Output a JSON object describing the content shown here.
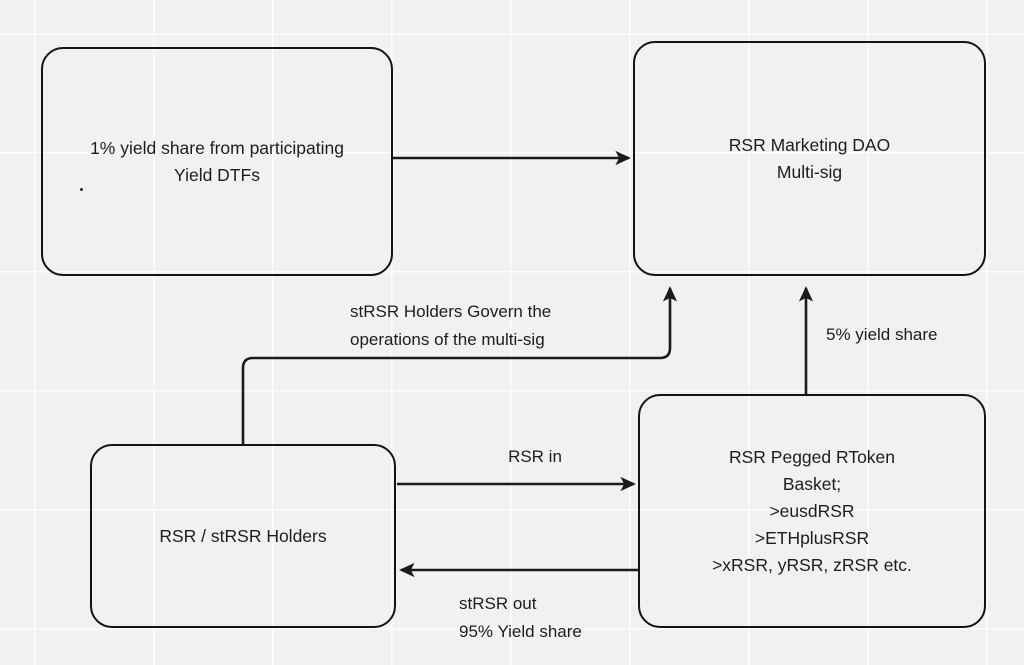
{
  "diagram": {
    "title": "RSR Marketing DAO yield flow diagram",
    "background_color": "#f1f1f1",
    "grid_color": "#ffffff",
    "stroke_color": "#141414",
    "text_color": "#1d1d1d",
    "nodes": [
      {
        "id": "yield-share-dtf",
        "label": "1% yield share from participating\nYield DTFs",
        "shape": "rounded-rectangle"
      },
      {
        "id": "rsr-marketing-dao",
        "label": "RSR Marketing DAO\nMulti-sig",
        "shape": "rounded-rectangle"
      },
      {
        "id": "rsr-holders",
        "label": "RSR / stRSR Holders",
        "shape": "rounded-rectangle"
      },
      {
        "id": "rsr-pegged-rtoken-basket",
        "label": "RSR Pegged RToken\nBasket;\n>eusdRSR\n>ETHplusRSR\n>xRSR, yRSR, zRSR etc.",
        "shape": "rounded-rectangle"
      }
    ],
    "edges": [
      {
        "id": "dtf-to-dao",
        "label": "",
        "from": "yield-share-dtf",
        "to": "rsr-marketing-dao"
      },
      {
        "id": "holders-govern-multisig",
        "label": "stRSR Holders Govern the\noperations of the multi-sig",
        "from": "rsr-holders",
        "to": "rsr-marketing-dao"
      },
      {
        "id": "basket-yield-to-dao",
        "label": "5% yield share",
        "from": "rsr-pegged-rtoken-basket",
        "to": "rsr-marketing-dao"
      },
      {
        "id": "holders-rsr-in",
        "label": "RSR in",
        "from": "rsr-holders",
        "to": "rsr-pegged-rtoken-basket"
      },
      {
        "id": "basket-strsr-out",
        "label": "stRSR out\n95% Yield share",
        "from": "rsr-pegged-rtoken-basket",
        "to": "rsr-holders"
      }
    ]
  }
}
